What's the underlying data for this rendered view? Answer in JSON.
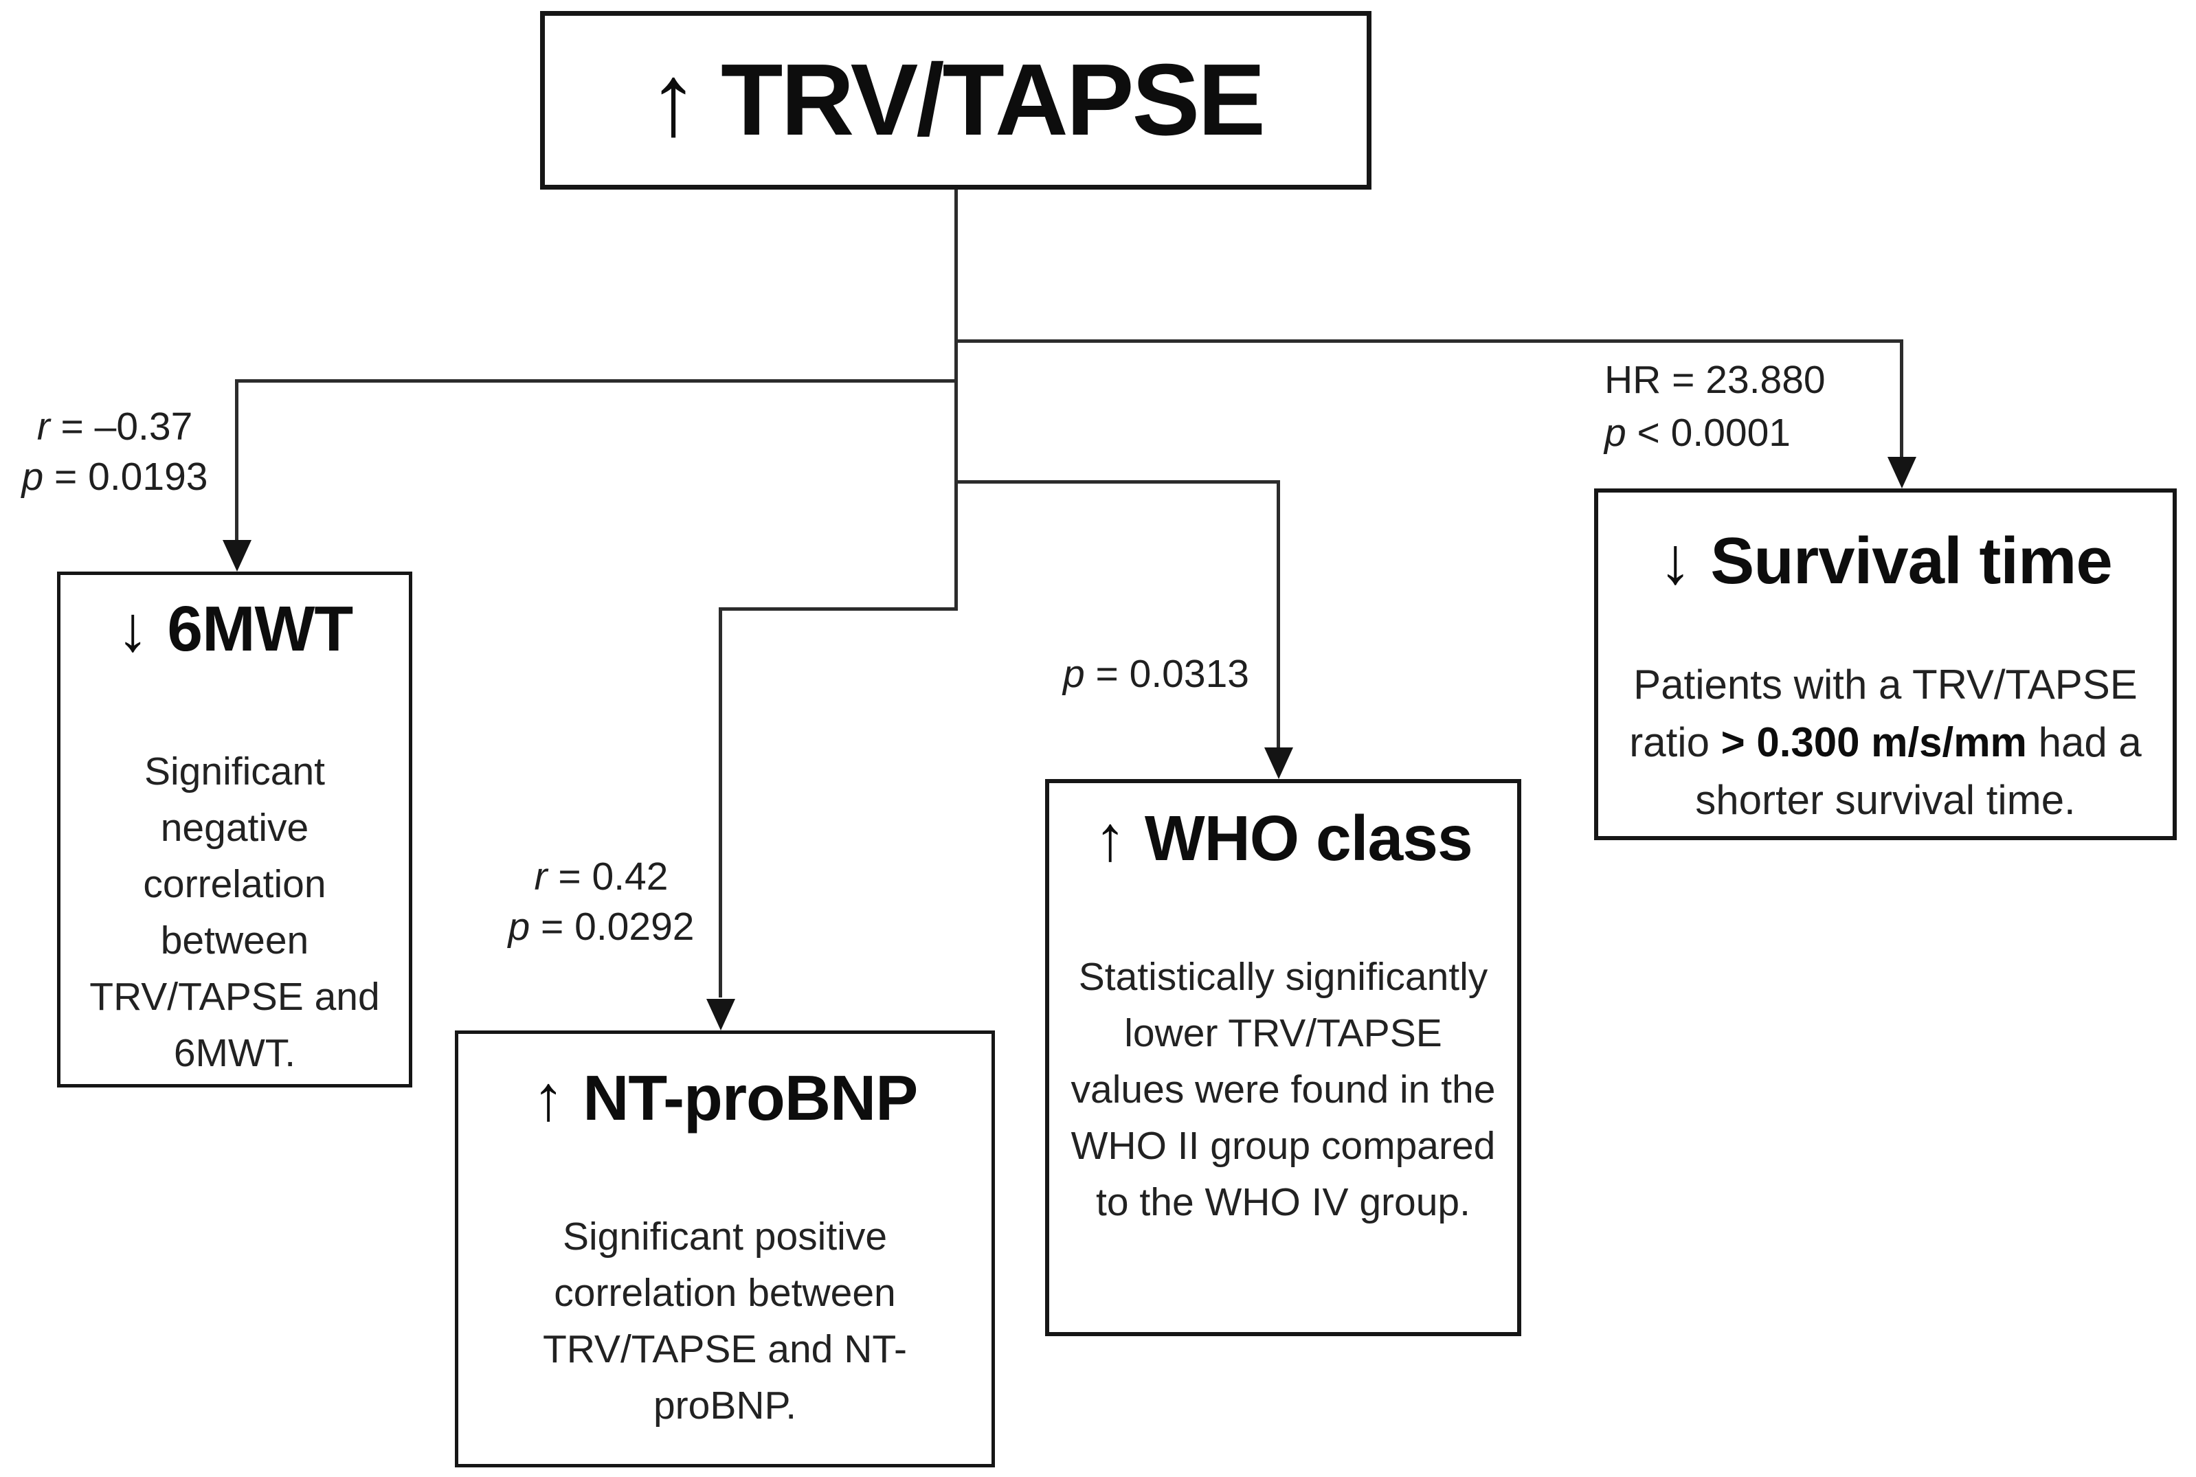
{
  "root": {
    "arrow": "↑",
    "title": "TRV/TAPSE"
  },
  "branch_6mwt": {
    "stat_line1_var": "r",
    "stat_line1_rest": " = –0.37",
    "stat_line2_var": "p",
    "stat_line2_rest": " = 0.0193",
    "arrow": "↓",
    "title": "6MWT",
    "body": "Significant negative correlation between TRV/TAPSE and 6MWT."
  },
  "branch_ntprobnp": {
    "stat_line1_var": "r",
    "stat_line1_rest": " = 0.42",
    "stat_line2_var": "p",
    "stat_line2_rest": " = 0.0292",
    "arrow": "↑",
    "title": "NT-proBNP",
    "body": "Significant positive correlation between TRV/TAPSE and NT-proBNP."
  },
  "branch_who": {
    "stat_line1_var": "p",
    "stat_line1_rest": " = 0.0313",
    "arrow": "↑",
    "title": "WHO class",
    "body": "Statistically significantly lower TRV/TAPSE values were found in the WHO II group compared to the WHO IV group."
  },
  "branch_survival": {
    "stat_line1_var": "HR",
    "stat_line1_rest": " = 23.880",
    "stat_line2_var": "p",
    "stat_line2_rest": " < 0.0001",
    "arrow": "↓",
    "title": "Survival time",
    "body_pre": "Patients with a TRV/TAPSE ratio ",
    "body_bold": "> 0.300 m/s/mm",
    "body_post": " had a shorter survival time."
  },
  "colors": {
    "background": "#ffffff",
    "box_border": "#161616",
    "text": "#1a1a1a",
    "connector": "#2c2c2c"
  }
}
